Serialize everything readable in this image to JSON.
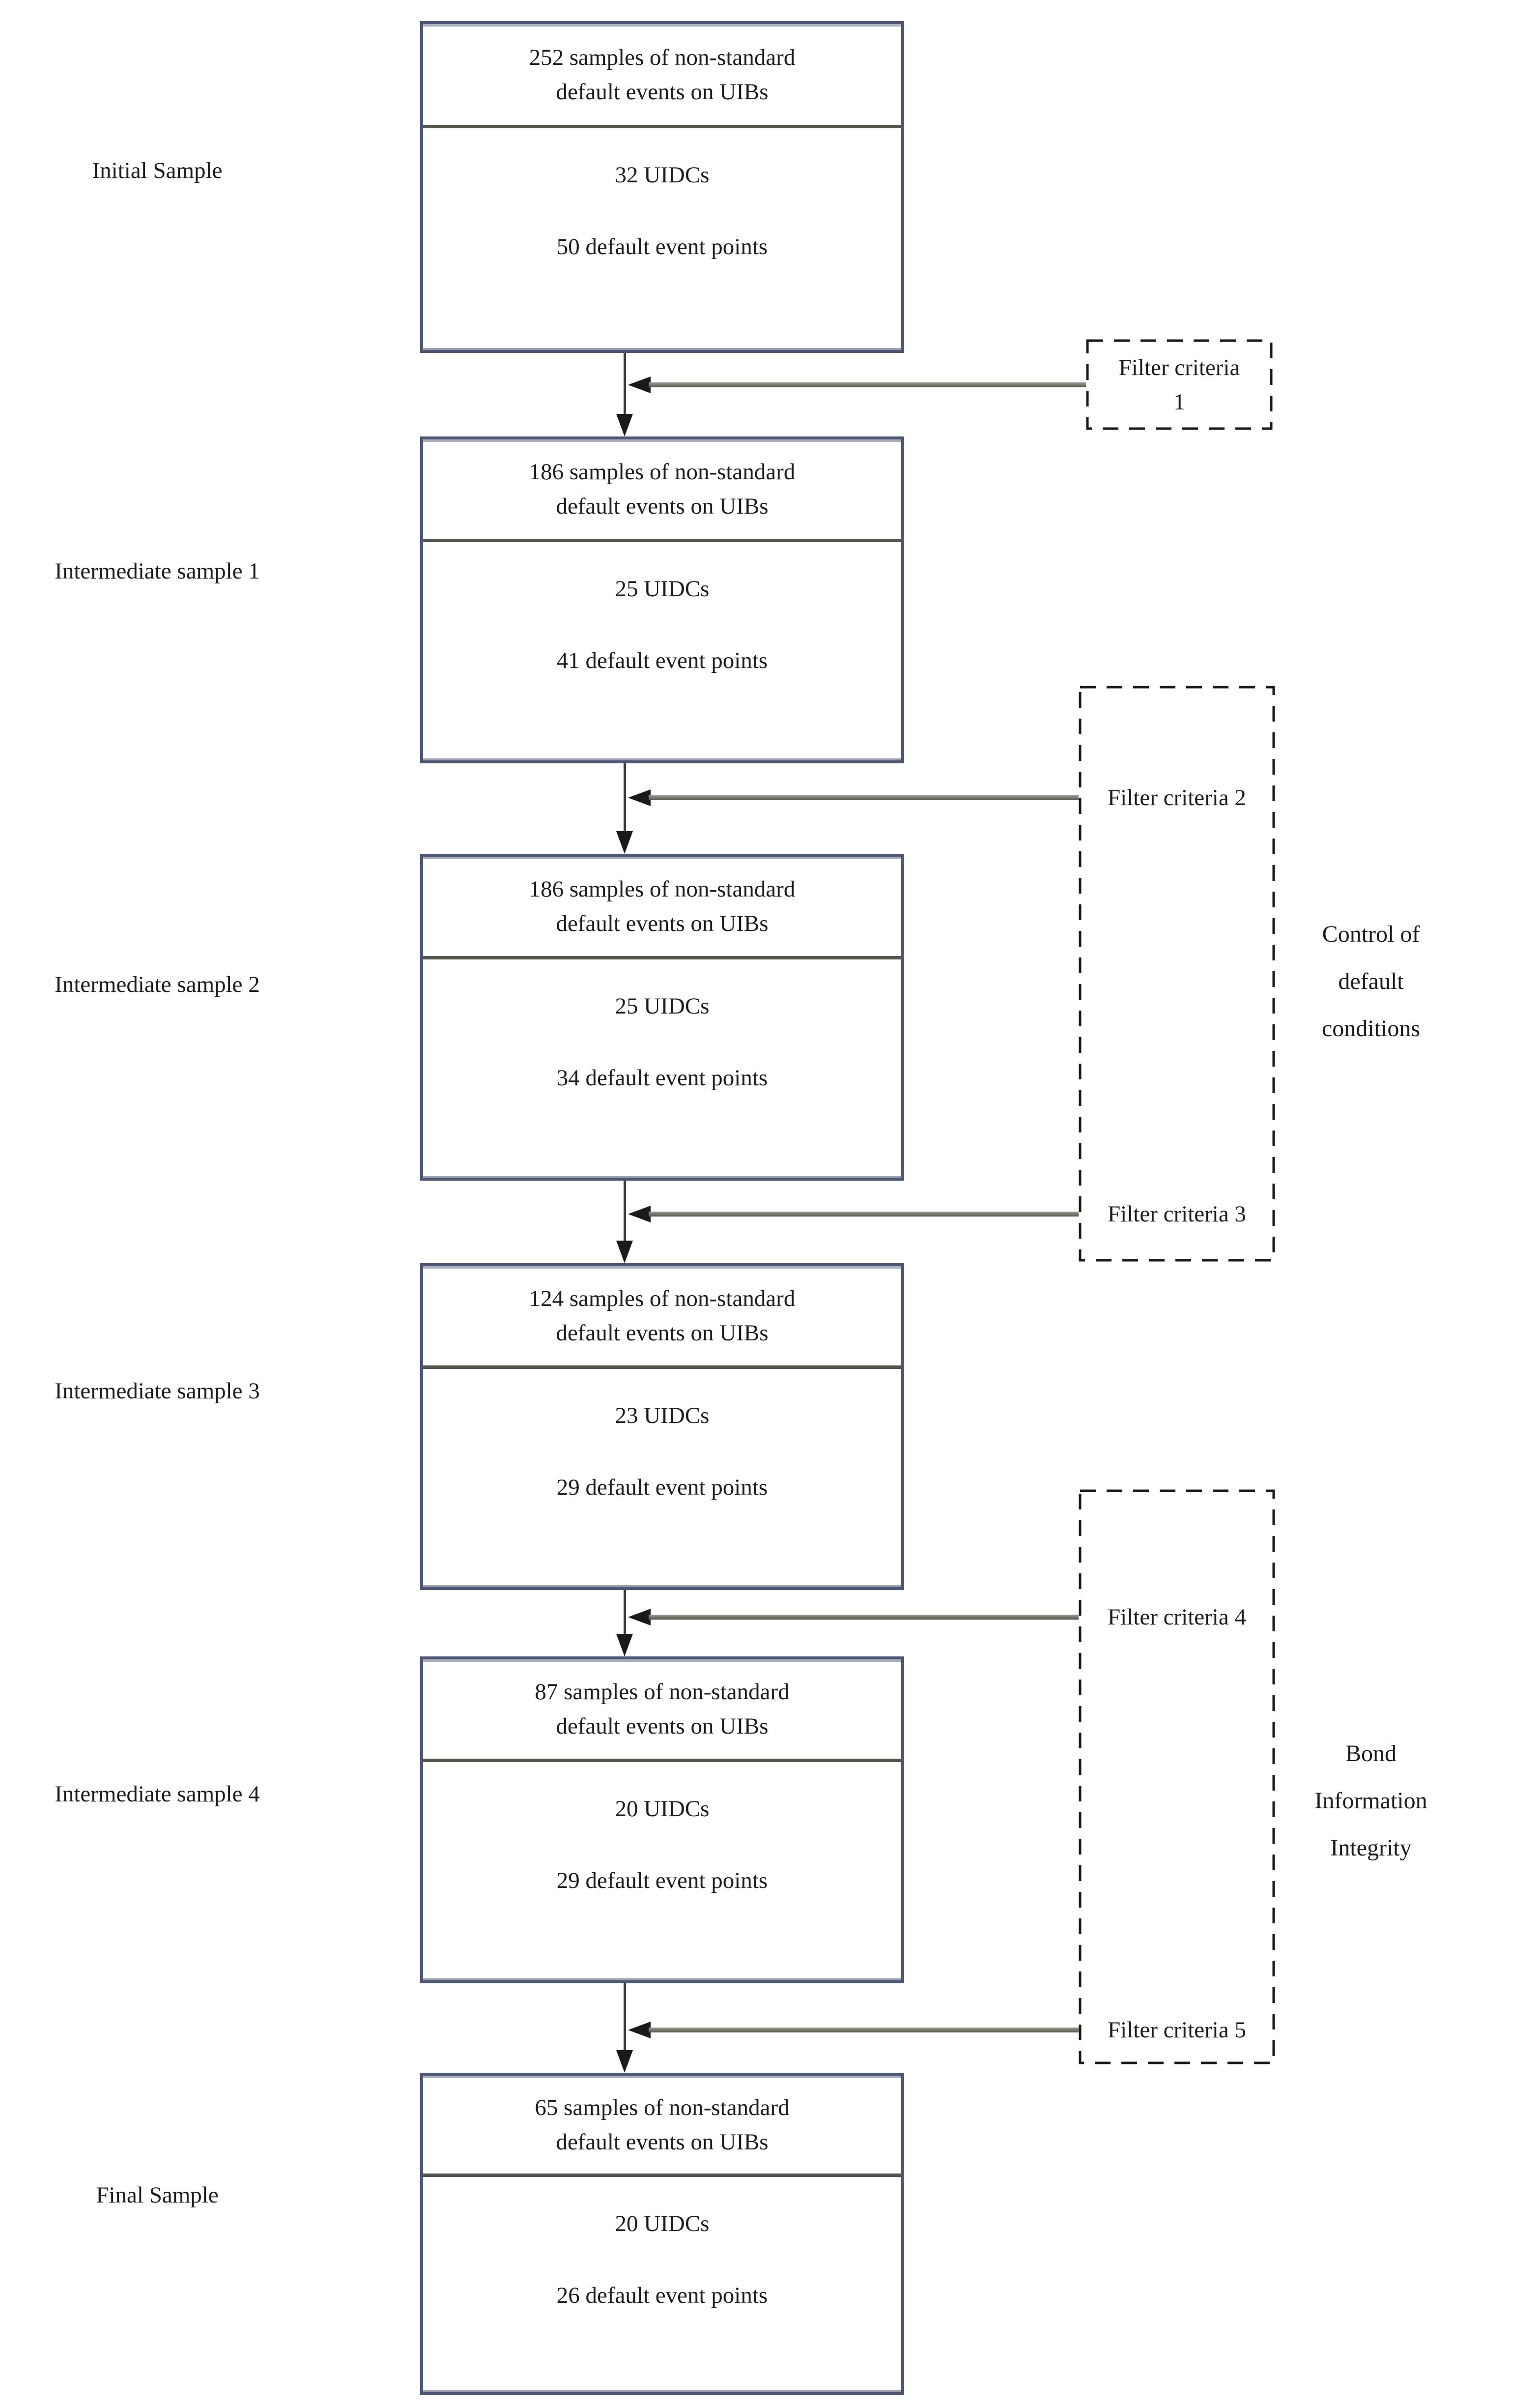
{
  "stages": [
    {
      "label": "Initial Sample",
      "title_line1": "252 samples of non-standard",
      "title_line2": "default events on UIBs",
      "uidc": "32 UIDCs",
      "points": "50 default event points"
    },
    {
      "label": "Intermediate sample 1",
      "title_line1": "186 samples of non-standard",
      "title_line2": "default events on UIBs",
      "uidc": "25 UIDCs",
      "points": "41 default event points"
    },
    {
      "label": "Intermediate sample 2",
      "title_line1": "186 samples of non-standard",
      "title_line2": "default events on UIBs",
      "uidc": "25 UIDCs",
      "points": "34 default event points"
    },
    {
      "label": "Intermediate sample 3",
      "title_line1": "124 samples of non-standard",
      "title_line2": "default events on UIBs",
      "uidc": "23 UIDCs",
      "points": "29 default event points"
    },
    {
      "label": "Intermediate sample 4",
      "title_line1": "87 samples of non-standard",
      "title_line2": "default events on UIBs",
      "uidc": "20 UIDCs",
      "points": "29 default event points"
    },
    {
      "label": "Final Sample",
      "title_line1": "65 samples of non-standard",
      "title_line2": "default events on UIBs",
      "uidc": "20 UIDCs",
      "points": "26 default event points"
    }
  ],
  "filters": {
    "f1_line1": "Filter criteria",
    "f1_line2": "1",
    "f2": "Filter criteria 2",
    "f3": "Filter criteria 3",
    "f4": "Filter criteria 4",
    "f5": "Filter criteria 5"
  },
  "groups": [
    {
      "lines": [
        "Control of",
        "default",
        "conditions"
      ]
    },
    {
      "lines": [
        "Bond",
        "Information",
        "Integrity"
      ]
    }
  ],
  "colors": {
    "box_border": "#4d5674",
    "divider": "#55544c",
    "connector_line": "#8a897e",
    "arrow": "#1a1a1a",
    "dashed_border": "#1a1a1a",
    "text": "#1c1c1c",
    "background": "#ffffff"
  }
}
